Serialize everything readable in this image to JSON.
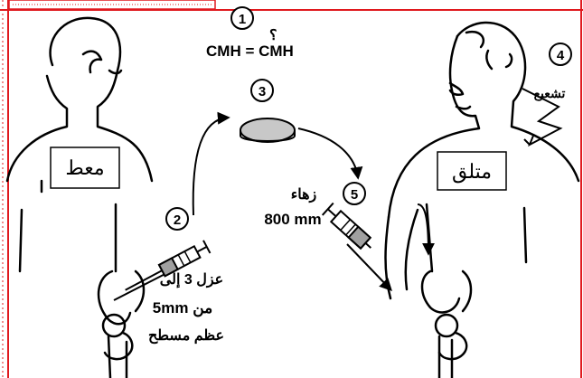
{
  "step_numbers": [
    "1",
    "2",
    "3",
    "4",
    "5"
  ],
  "formula": {
    "text": "CMH = CMH",
    "question_mark": "؟"
  },
  "donor": {
    "label": "معط"
  },
  "recipient": {
    "label": "متلق"
  },
  "irradiation": {
    "label": "تشعيع"
  },
  "injection": {
    "label_line1": "زهاء",
    "label_line2": "800 mm"
  },
  "isolation": {
    "line1": "عزل 3 إلى",
    "line2": "5mm من",
    "line3": "عظم مسطح"
  },
  "colors": {
    "frame_red": "#e0191e",
    "dish_fill": "#c8c8c8",
    "syringe_fill": "#a0a0a0",
    "ink": "#000000"
  }
}
